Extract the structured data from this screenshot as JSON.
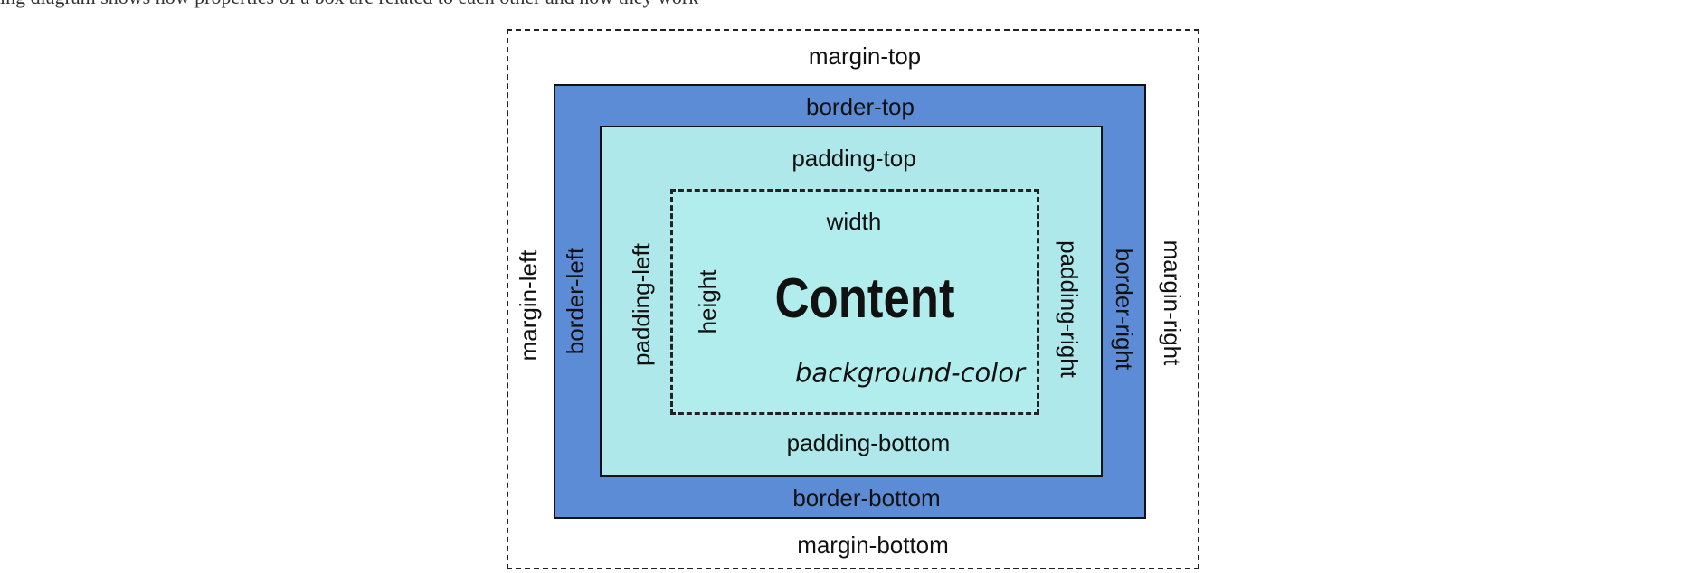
{
  "caption_fragment": "ing diagram shows how properties of a box are related to each other and how they work",
  "labels": {
    "margin_top": "margin-top",
    "margin_bottom": "margin-bottom",
    "margin_left": "margin-left",
    "margin_right": "margin-right",
    "border_top": "border-top",
    "border_bottom": "border-bottom",
    "border_left": "border-left",
    "border_right": "border-right",
    "padding_top": "padding-top",
    "padding_bottom": "padding-bottom",
    "padding_left": "padding-left",
    "padding_right": "padding-right",
    "width": "width",
    "height": "height",
    "content": "Content",
    "background_color": "background-color"
  },
  "colors": {
    "border_fill": "#5c8cd6",
    "padding_fill": "#aee8ea",
    "content_fill": "#b2edee",
    "margin_fill": "#ffffff"
  }
}
